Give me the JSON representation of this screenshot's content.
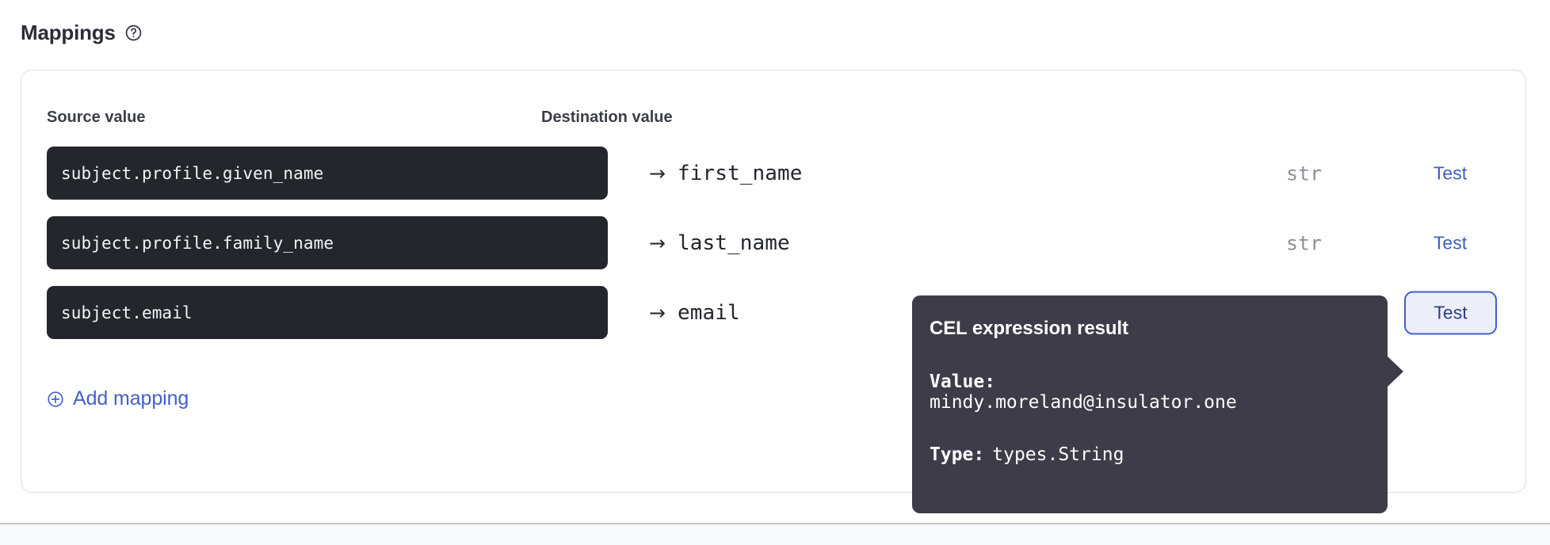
{
  "section": {
    "title": "Mappings",
    "help_icon": "help-circle-icon"
  },
  "table": {
    "headers": {
      "source": "Source value",
      "destination": "Destination value"
    },
    "arrow_glyph": "→",
    "rows": [
      {
        "source": "subject.profile.given_name",
        "destination": "first_name",
        "type": "str",
        "test_label": "Test",
        "focused": false
      },
      {
        "source": "subject.profile.family_name",
        "destination": "last_name",
        "type": "str",
        "test_label": "Test",
        "focused": false
      },
      {
        "source": "subject.email",
        "destination": "email",
        "type": "",
        "test_label": "Test",
        "focused": true
      }
    ]
  },
  "add_mapping": {
    "label": "Add mapping",
    "icon": "plus-circle-icon"
  },
  "tooltip": {
    "title": "CEL expression result",
    "value_key": "Value:",
    "value": "mindy.moreland@insulator.one",
    "type_key": "Type:",
    "type": "types.String"
  },
  "colors": {
    "accent": "#4260c8",
    "link": "#3f5fbf",
    "code_bg": "#25262c",
    "tooltip_bg": "#3e3c48",
    "card_border": "#dcdde1",
    "type_text": "#8d919c"
  }
}
